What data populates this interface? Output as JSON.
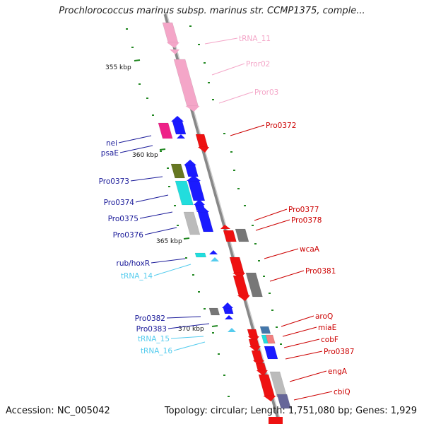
{
  "title": "Prochlorococcus marinus subsp. marinus str. CCMP1375, comple...",
  "accession_label": "Accession: NC_005042",
  "topology_label": "Topology: circular; Length: 1,751,080 bp; Genes: 1,929",
  "colors": {
    "rrna": "#f4a6c8",
    "trna": "#55ccee",
    "forward_gene": "#1a1aff",
    "reverse_gene": "#ee1111",
    "grey_gene": "#9a9a9a",
    "magenta_gene": "#ee2288",
    "olive_gene": "#667722",
    "cyan_gene": "#22dddd",
    "left_label": "#1a1a99",
    "right_label": "#cc0000",
    "tick": "#228822",
    "backbone": "#888888"
  },
  "scale_labels": [
    "355 kbp",
    "360 kbp",
    "365 kbp",
    "370 kbp"
  ],
  "left_labels": [
    {
      "text": "nei",
      "kind": "forward"
    },
    {
      "text": "psaE",
      "kind": "forward"
    },
    {
      "text": "Pro0373",
      "kind": "forward"
    },
    {
      "text": "Pro0374",
      "kind": "forward"
    },
    {
      "text": "Pro0375",
      "kind": "forward"
    },
    {
      "text": "Pro0376",
      "kind": "forward"
    },
    {
      "text": "rub/hoxR",
      "kind": "forward"
    },
    {
      "text": "tRNA_14",
      "kind": "trna"
    },
    {
      "text": "Pro0382",
      "kind": "forward"
    },
    {
      "text": "Pro0383",
      "kind": "forward"
    },
    {
      "text": "tRNA_15",
      "kind": "trna"
    },
    {
      "text": "tRNA_16",
      "kind": "trna"
    }
  ],
  "right_labels": [
    {
      "text": "tRNA_11",
      "kind": "rrna"
    },
    {
      "text": "Pror02",
      "kind": "rrna"
    },
    {
      "text": "Pror03",
      "kind": "rrna"
    },
    {
      "text": "Pro0372",
      "kind": "reverse"
    },
    {
      "text": "Pro0377",
      "kind": "reverse"
    },
    {
      "text": "Pro0378",
      "kind": "reverse"
    },
    {
      "text": "wcaA",
      "kind": "reverse"
    },
    {
      "text": "Pro0381",
      "kind": "reverse"
    },
    {
      "text": "aroQ",
      "kind": "reverse"
    },
    {
      "text": "miaE",
      "kind": "reverse"
    },
    {
      "text": "cobF",
      "kind": "reverse"
    },
    {
      "text": "Pro0387",
      "kind": "reverse"
    },
    {
      "text": "engA",
      "kind": "reverse"
    },
    {
      "text": "cbiQ",
      "kind": "reverse"
    }
  ]
}
